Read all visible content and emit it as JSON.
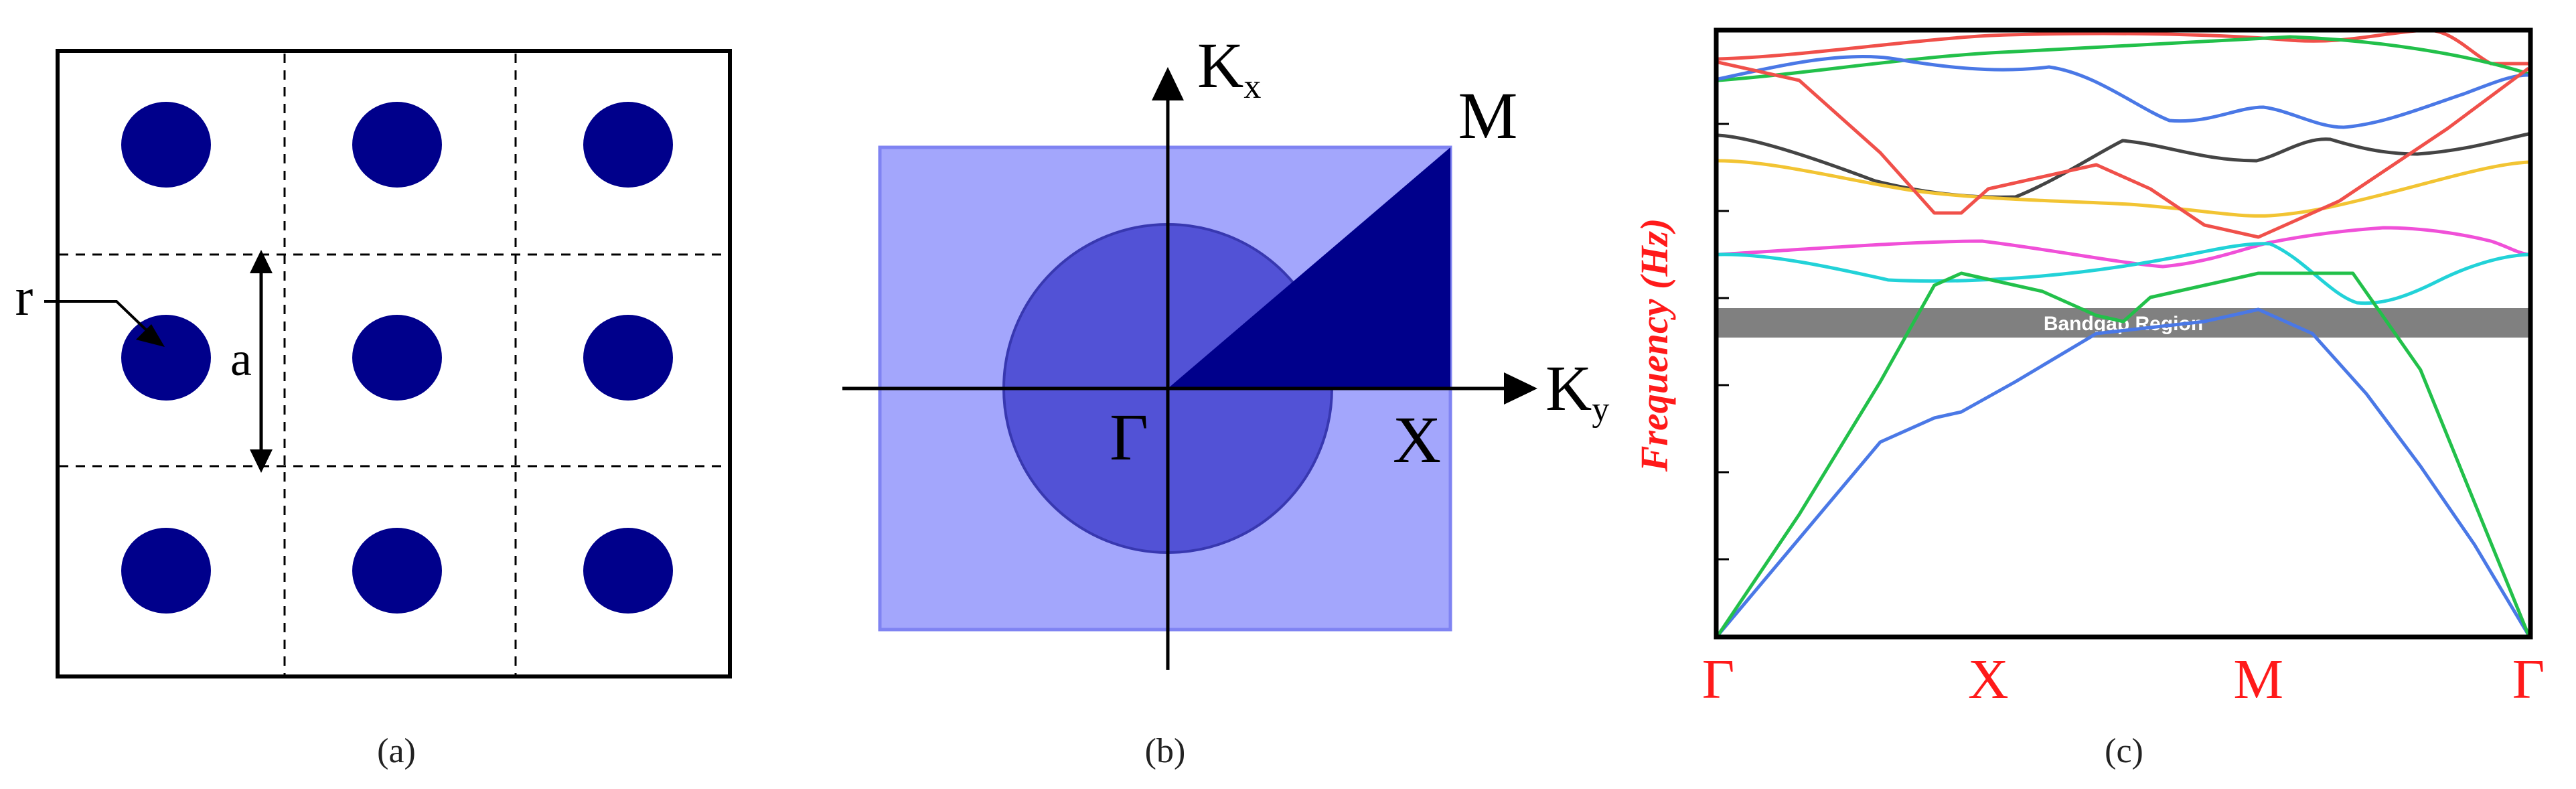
{
  "colors": {
    "atom": "#00008b",
    "bz_square": "#a3a6fc",
    "bz_square_border": "#7f83f2",
    "bz_circle": "#5252d6",
    "bz_circle_border": "#3838b0",
    "irreducible_zone": "#00008b",
    "axis_label_red": "#ff1a1a",
    "bandgap_band": "#808080",
    "band_red": "#f0504a",
    "band_green": "#22c04a",
    "band_blue": "#4a78e6",
    "band_dark": "#444444",
    "band_yellow": "#f2c433",
    "band_magenta": "#f050d8",
    "band_cyan": "#22d2d8"
  },
  "panel_a": {
    "caption": "(a)",
    "radius_label": "r",
    "lattice_label": "a",
    "atom_grid": {
      "rows": 3,
      "cols": 3
    }
  },
  "panel_b": {
    "caption": "(b)",
    "axis_vertical_label_main": "K",
    "axis_vertical_label_sub": "x",
    "axis_horizontal_label_main": "K",
    "axis_horizontal_label_sub": "y",
    "point_gamma": "Γ",
    "point_x": "X",
    "point_m": "M"
  },
  "panel_c": {
    "caption": "(c)",
    "y_axis_label": "Frequency (Hz)",
    "bandgap_label": "Bandgap Region",
    "x_ticks": [
      "Γ",
      "X",
      "M",
      "Γ"
    ]
  },
  "chart_data": {
    "type": "line",
    "x_tick_labels": [
      "Γ",
      "X",
      "M",
      "Γ"
    ],
    "x_tick_positions": [
      0,
      1,
      2,
      3
    ],
    "xlim": [
      0,
      3
    ],
    "ylim": [
      0,
      1
    ],
    "ylabel": "Frequency (Hz)",
    "y_tick_labels_shown": false,
    "bandgap": {
      "label": "Bandgap Region",
      "from": 0.495,
      "to": 0.535
    },
    "series": [
      {
        "color": "#4a78e6",
        "points": [
          [
            0,
            0
          ],
          [
            0.3,
            0.16
          ],
          [
            0.6,
            0.32
          ],
          [
            0.8,
            0.36
          ],
          [
            0.9,
            0.37
          ],
          [
            1.1,
            0.42
          ],
          [
            1.4,
            0.5
          ],
          [
            1.6,
            0.51
          ],
          [
            1.8,
            0.52
          ],
          [
            2.0,
            0.54
          ],
          [
            2.2,
            0.5
          ],
          [
            2.4,
            0.4
          ],
          [
            2.6,
            0.28
          ],
          [
            2.8,
            0.15
          ],
          [
            3.0,
            0
          ]
        ]
      },
      {
        "color": "#22c04a",
        "points": [
          [
            0,
            0
          ],
          [
            0.3,
            0.2
          ],
          [
            0.6,
            0.42
          ],
          [
            0.8,
            0.58
          ],
          [
            0.9,
            0.6
          ],
          [
            1.0,
            0.59
          ],
          [
            1.2,
            0.57
          ],
          [
            1.4,
            0.53
          ],
          [
            1.5,
            0.52
          ],
          [
            1.6,
            0.56
          ],
          [
            1.8,
            0.58
          ],
          [
            2.0,
            0.6
          ],
          [
            2.2,
            0.6
          ],
          [
            2.35,
            0.6
          ],
          [
            2.6,
            0.44
          ],
          [
            2.8,
            0.22
          ],
          [
            3.0,
            0
          ]
        ]
      },
      {
        "color": "#f0504a",
        "points": [
          [
            0,
            0.95
          ],
          [
            0.3,
            0.92
          ],
          [
            0.6,
            0.8
          ],
          [
            0.8,
            0.7
          ],
          [
            0.9,
            0.7
          ],
          [
            1.0,
            0.74
          ],
          [
            1.2,
            0.76
          ],
          [
            1.4,
            0.78
          ],
          [
            1.6,
            0.74
          ],
          [
            1.8,
            0.68
          ],
          [
            2.0,
            0.66
          ],
          [
            2.3,
            0.72
          ],
          [
            2.7,
            0.84
          ],
          [
            3.0,
            0.94
          ]
        ]
      }
    ]
  }
}
